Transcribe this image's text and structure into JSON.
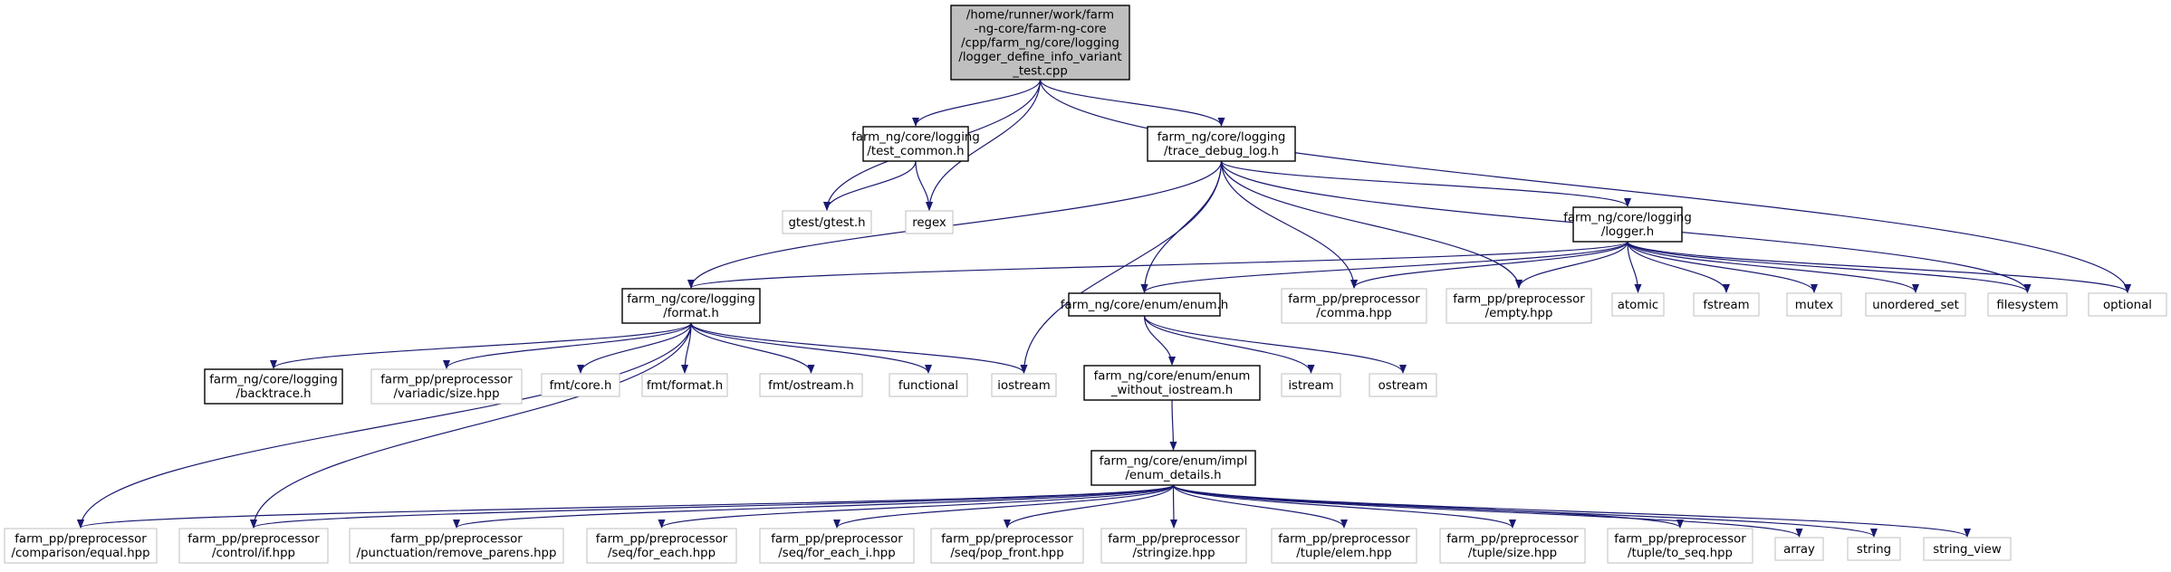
{
  "colors": {
    "edge": "#191970",
    "root_fill": "#bfbfbf",
    "node_border_dark": "#000000",
    "node_border_light": "#bfbfbf",
    "background": "#ffffff"
  },
  "nodes": [
    {
      "id": "root",
      "lines": [
        "/home/runner/work/farm",
        "-ng-core/farm-ng-core",
        "/cpp/farm_ng/core/logging",
        "/logger_define_info_variant",
        "_test.cpp"
      ],
      "style": "root"
    },
    {
      "id": "test_common",
      "lines": [
        "farm_ng/core/logging",
        "/test_common.h"
      ],
      "style": "dark"
    },
    {
      "id": "trace_debug_log",
      "lines": [
        "farm_ng/core/logging",
        "/trace_debug_log.h"
      ],
      "style": "dark"
    },
    {
      "id": "gtest",
      "lines": [
        "gtest/gtest.h"
      ],
      "style": "light"
    },
    {
      "id": "regex",
      "lines": [
        "regex"
      ],
      "style": "light"
    },
    {
      "id": "logger",
      "lines": [
        "farm_ng/core/logging",
        "/logger.h"
      ],
      "style": "dark"
    },
    {
      "id": "format",
      "lines": [
        "farm_ng/core/logging",
        "/format.h"
      ],
      "style": "dark"
    },
    {
      "id": "enum",
      "lines": [
        "farm_ng/core/enum/enum.h"
      ],
      "style": "dark"
    },
    {
      "id": "comma",
      "lines": [
        "farm_pp/preprocessor",
        "/comma.hpp"
      ],
      "style": "light"
    },
    {
      "id": "empty",
      "lines": [
        "farm_pp/preprocessor",
        "/empty.hpp"
      ],
      "style": "light"
    },
    {
      "id": "atomic",
      "lines": [
        "atomic"
      ],
      "style": "light"
    },
    {
      "id": "fstream",
      "lines": [
        "fstream"
      ],
      "style": "light"
    },
    {
      "id": "mutex",
      "lines": [
        "mutex"
      ],
      "style": "light"
    },
    {
      "id": "unordered_set",
      "lines": [
        "unordered_set"
      ],
      "style": "light"
    },
    {
      "id": "filesystem",
      "lines": [
        "filesystem"
      ],
      "style": "light"
    },
    {
      "id": "optional",
      "lines": [
        "optional"
      ],
      "style": "light"
    },
    {
      "id": "backtrace",
      "lines": [
        "farm_ng/core/logging",
        "/backtrace.h"
      ],
      "style": "dark"
    },
    {
      "id": "variadic_size",
      "lines": [
        "farm_pp/preprocessor",
        "/variadic/size.hpp"
      ],
      "style": "light"
    },
    {
      "id": "fmt_core",
      "lines": [
        "fmt/core.h"
      ],
      "style": "light"
    },
    {
      "id": "fmt_format",
      "lines": [
        "fmt/format.h"
      ],
      "style": "light"
    },
    {
      "id": "fmt_ostream",
      "lines": [
        "fmt/ostream.h"
      ],
      "style": "light"
    },
    {
      "id": "functional",
      "lines": [
        "functional"
      ],
      "style": "light"
    },
    {
      "id": "iostream",
      "lines": [
        "iostream"
      ],
      "style": "light"
    },
    {
      "id": "istream",
      "lines": [
        "istream"
      ],
      "style": "light"
    },
    {
      "id": "ostream",
      "lines": [
        "ostream"
      ],
      "style": "light"
    },
    {
      "id": "enum_wo_iostream",
      "lines": [
        "farm_ng/core/enum/enum",
        "_without_iostream.h"
      ],
      "style": "dark"
    },
    {
      "id": "enum_details",
      "lines": [
        "farm_ng/core/enum/impl",
        "/enum_details.h"
      ],
      "style": "dark"
    },
    {
      "id": "cmp_equal",
      "lines": [
        "farm_pp/preprocessor",
        "/comparison/equal.hpp"
      ],
      "style": "light"
    },
    {
      "id": "control_if",
      "lines": [
        "farm_pp/preprocessor",
        "/control/if.hpp"
      ],
      "style": "light"
    },
    {
      "id": "remove_parens",
      "lines": [
        "farm_pp/preprocessor",
        "/punctuation/remove_parens.hpp"
      ],
      "style": "light"
    },
    {
      "id": "for_each",
      "lines": [
        "farm_pp/preprocessor",
        "/seq/for_each.hpp"
      ],
      "style": "light"
    },
    {
      "id": "for_each_i",
      "lines": [
        "farm_pp/preprocessor",
        "/seq/for_each_i.hpp"
      ],
      "style": "light"
    },
    {
      "id": "pop_front",
      "lines": [
        "farm_pp/preprocessor",
        "/seq/pop_front.hpp"
      ],
      "style": "light"
    },
    {
      "id": "stringize",
      "lines": [
        "farm_pp/preprocessor",
        "/stringize.hpp"
      ],
      "style": "light"
    },
    {
      "id": "tuple_elem",
      "lines": [
        "farm_pp/preprocessor",
        "/tuple/elem.hpp"
      ],
      "style": "light"
    },
    {
      "id": "tuple_size",
      "lines": [
        "farm_pp/preprocessor",
        "/tuple/size.hpp"
      ],
      "style": "light"
    },
    {
      "id": "tuple_to_seq",
      "lines": [
        "farm_pp/preprocessor",
        "/tuple/to_seq.hpp"
      ],
      "style": "light"
    },
    {
      "id": "array",
      "lines": [
        "array"
      ],
      "style": "light"
    },
    {
      "id": "string",
      "lines": [
        "string"
      ],
      "style": "light"
    },
    {
      "id": "string_view",
      "lines": [
        "string_view"
      ],
      "style": "light"
    }
  ],
  "edges": [
    [
      "root",
      "test_common"
    ],
    [
      "root",
      "trace_debug_log"
    ],
    [
      "root",
      "gtest"
    ],
    [
      "root",
      "regex"
    ],
    [
      "root",
      "optional"
    ],
    [
      "test_common",
      "gtest"
    ],
    [
      "test_common",
      "regex"
    ],
    [
      "trace_debug_log",
      "logger"
    ],
    [
      "trace_debug_log",
      "format"
    ],
    [
      "trace_debug_log",
      "enum"
    ],
    [
      "trace_debug_log",
      "comma"
    ],
    [
      "trace_debug_log",
      "empty"
    ],
    [
      "trace_debug_log",
      "iostream"
    ],
    [
      "trace_debug_log",
      "filesystem"
    ],
    [
      "logger",
      "format"
    ],
    [
      "logger",
      "enum"
    ],
    [
      "logger",
      "comma"
    ],
    [
      "logger",
      "empty"
    ],
    [
      "logger",
      "atomic"
    ],
    [
      "logger",
      "fstream"
    ],
    [
      "logger",
      "mutex"
    ],
    [
      "logger",
      "unordered_set"
    ],
    [
      "logger",
      "filesystem"
    ],
    [
      "logger",
      "optional"
    ],
    [
      "format",
      "backtrace"
    ],
    [
      "format",
      "variadic_size"
    ],
    [
      "format",
      "fmt_core"
    ],
    [
      "format",
      "fmt_format"
    ],
    [
      "format",
      "fmt_ostream"
    ],
    [
      "format",
      "functional"
    ],
    [
      "format",
      "iostream"
    ],
    [
      "format",
      "cmp_equal"
    ],
    [
      "format",
      "control_if"
    ],
    [
      "enum",
      "enum_wo_iostream"
    ],
    [
      "enum",
      "istream"
    ],
    [
      "enum",
      "ostream"
    ],
    [
      "enum_wo_iostream",
      "enum_details"
    ],
    [
      "enum_details",
      "cmp_equal"
    ],
    [
      "enum_details",
      "control_if"
    ],
    [
      "enum_details",
      "remove_parens"
    ],
    [
      "enum_details",
      "for_each"
    ],
    [
      "enum_details",
      "for_each_i"
    ],
    [
      "enum_details",
      "pop_front"
    ],
    [
      "enum_details",
      "stringize"
    ],
    [
      "enum_details",
      "tuple_elem"
    ],
    [
      "enum_details",
      "tuple_size"
    ],
    [
      "enum_details",
      "tuple_to_seq"
    ],
    [
      "enum_details",
      "array"
    ],
    [
      "enum_details",
      "string"
    ],
    [
      "enum_details",
      "string_view"
    ]
  ]
}
